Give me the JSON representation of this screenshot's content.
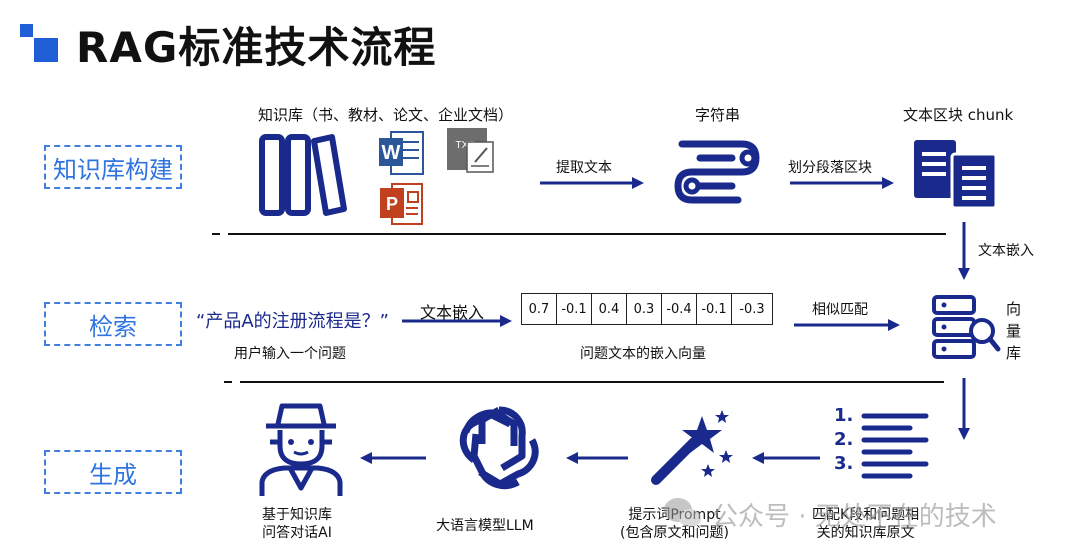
{
  "title": "RAG标准技术流程",
  "stages": {
    "build": "知识库构建",
    "retrieve": "检索",
    "generate": "生成"
  },
  "row1": {
    "sources_label": "知识库（书、教材、论文、企业文档）",
    "extract_label": "提取文本",
    "string_label": "字符串",
    "split_label": "划分段落区块",
    "chunk_label": "文本区块 chunk",
    "embed_down_label": "文本嵌入"
  },
  "row2": {
    "query": "“产品A的注册流程是？”",
    "query_caption": "用户输入一个问题",
    "embed_label": "文本嵌入",
    "vector": [
      "0.7",
      "-0.1",
      "0.4",
      "0.3",
      "-0.4",
      "-0.1",
      "-0.3"
    ],
    "vector_caption": "问题文本的嵌入向量",
    "match_label": "相似匹配",
    "db_label": [
      "向",
      "量",
      "库"
    ]
  },
  "row3": {
    "numbers": [
      "1.",
      "2.",
      "3."
    ],
    "matched_caption_1": "匹配K段和问题相",
    "matched_caption_2": "关的知识库原文",
    "prompt_caption_1": "提示词Prompt",
    "prompt_caption_2": "(包含原文和问题)",
    "llm_caption": "大语言模型LLM",
    "qa_caption_1": "基于知识库",
    "qa_caption_2": "问答对话AI"
  },
  "watermark": "公众号 · 无处不在的技术",
  "colors": {
    "navy": "#1a2a8c",
    "accent": "#2f74e0",
    "word": "#2b579a",
    "ppt": "#c1401f"
  }
}
